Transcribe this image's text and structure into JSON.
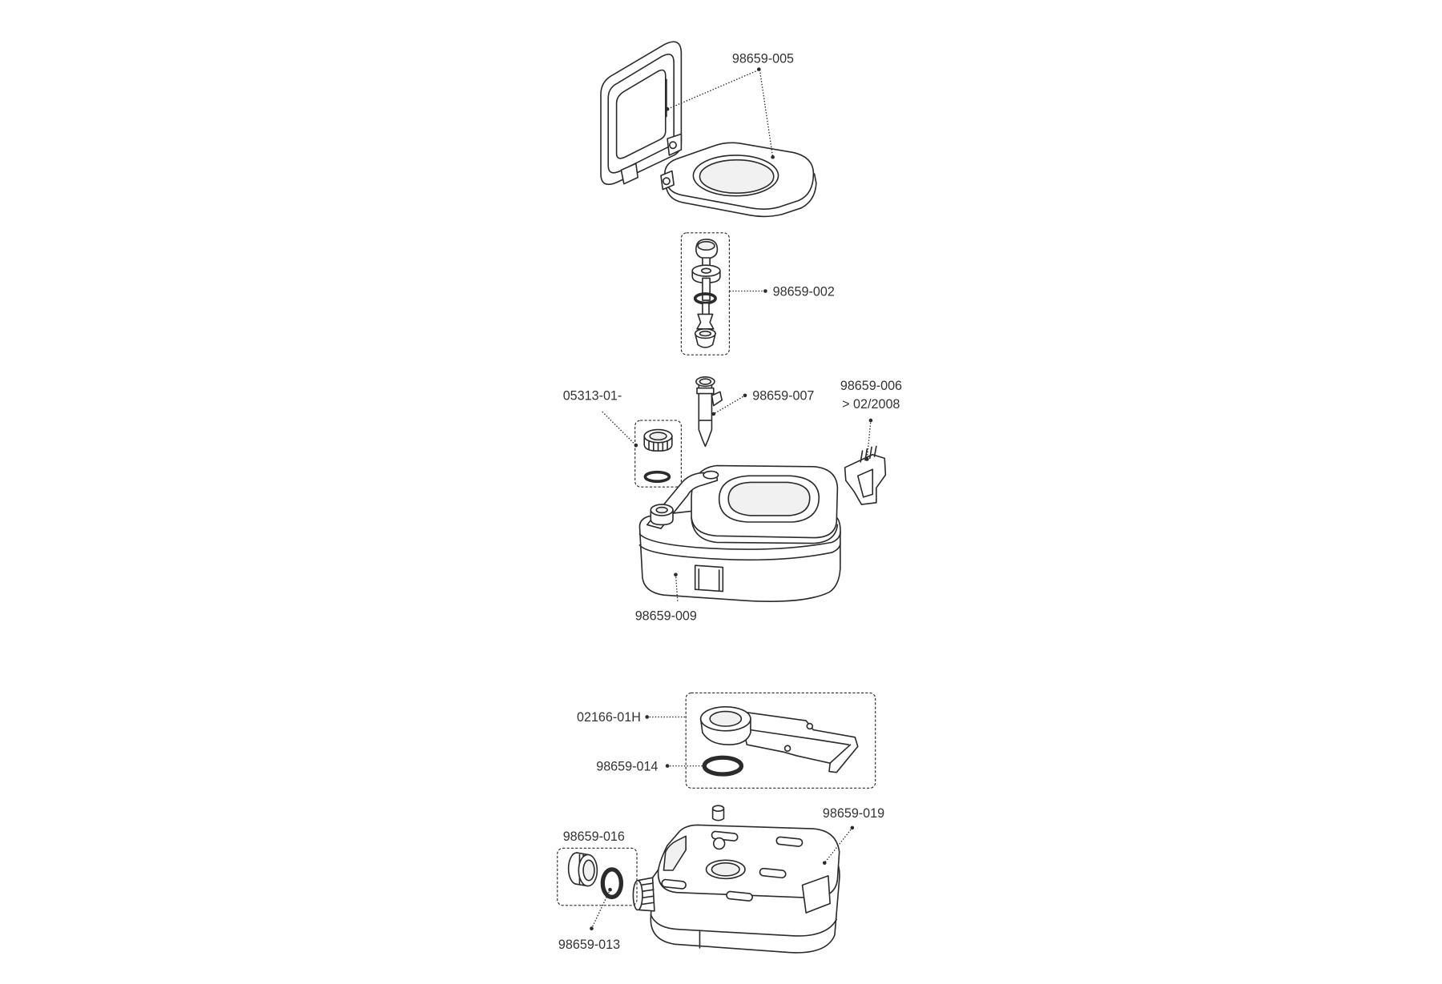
{
  "colors": {
    "line": "#2b2b2b",
    "background": "#ffffff",
    "shade": "#f1f1f1"
  },
  "parts": {
    "lid_and_seat": {
      "label": "98659-005"
    },
    "flush_mechanism": {
      "label": "98659-002"
    },
    "cap_and_seal": {
      "label": "05313-01-"
    },
    "pump_tube": {
      "label": "98659-007"
    },
    "clip": {
      "label": "98659-006",
      "note": "> 02/2008"
    },
    "upper_tank": {
      "label": "98659-009"
    },
    "valve_slide": {
      "label": "02166-01H"
    },
    "valve_seal": {
      "label": "98659-014"
    },
    "waste_tank": {
      "label": "98659-019"
    },
    "spout_cap": {
      "label": "98659-016"
    },
    "spout_seal": {
      "label": "98659-013"
    }
  }
}
